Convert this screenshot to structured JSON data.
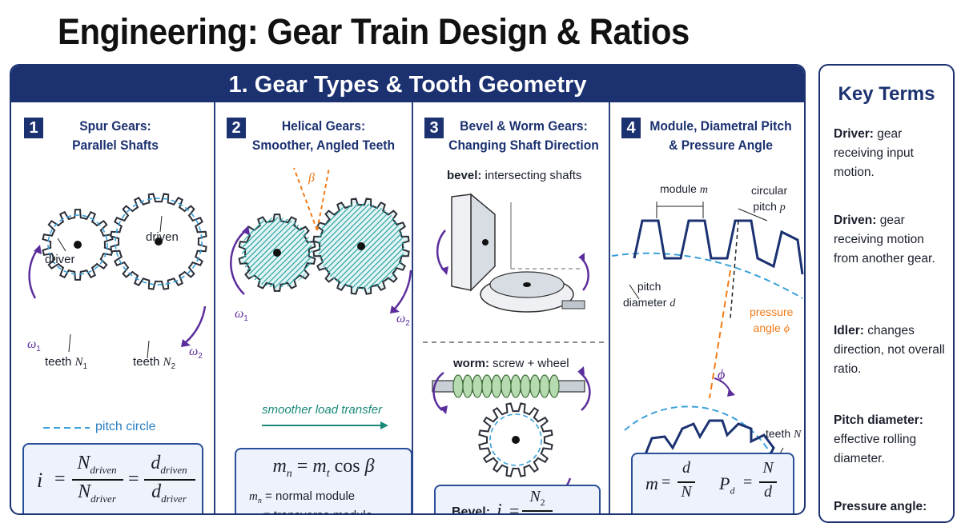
{
  "title": "Engineering: Gear Train Design & Ratios",
  "section": {
    "header": "1. Gear Types & Tooth Geometry",
    "panels": [
      {
        "number": "1",
        "title_l1": "Spur Gears:",
        "title_l2": "Parallel Shafts",
        "driver": "driver",
        "driven": "driven",
        "omega1": "ω",
        "omega2": "ω",
        "teeth1": "teeth ",
        "teeth2": "teeth ",
        "legend": "pitch circle",
        "formula_i": "i",
        "formula_num1": "N",
        "formula_num1_sub": "driven",
        "formula_den1": "N",
        "formula_den1_sub": "driver",
        "formula_num2": "d",
        "formula_num2_sub": "driven",
        "formula_den2": "d",
        "formula_den2_sub": "driver"
      },
      {
        "number": "2",
        "title_l1": "Helical Gears:",
        "title_l2": "Smoother, Angled Teeth",
        "beta": "β",
        "omega1": "ω",
        "omega2": "ω",
        "arrow_text": "smoother load transfer",
        "formula_main": "m",
        "normal_label": " = normal module",
        "transverse_label": " = transverse module"
      },
      {
        "number": "3",
        "title_l1": "Bevel & Worm Gears:",
        "title_l2": "Changing Shaft Direction",
        "bevel_bold": "bevel:",
        "bevel_text": " intersecting shafts",
        "worm_bold": "worm:",
        "worm_text": " screw + wheel",
        "formula_bold": "Bevel:",
        "formula_i": "i"
      },
      {
        "number": "4",
        "title_l1": "Module, Diametral Pitch",
        "title_l2": "& Pressure Angle",
        "module_label": "module ",
        "circular_l1": "circular",
        "circular_l2": "pitch ",
        "pitch_l1": "pitch",
        "pitch_l2": "diameter ",
        "pressure_l1": "pressure",
        "pressure_l2": "angle ",
        "phi": "ϕ",
        "teeth": "teeth "
      }
    ]
  },
  "key_terms": {
    "title": "Key Terms",
    "items": [
      {
        "term": "Driver:",
        "def": " gear receiving input motion."
      },
      {
        "term": "Driven:",
        "def": " gear receiving motion from another gear."
      },
      {
        "term": "Idler:",
        "def": " changes direction, not overall ratio."
      },
      {
        "term": "Pitch diameter:",
        "def": " effective rolling diameter."
      },
      {
        "term": "Pressure angle:",
        "def": ""
      }
    ]
  },
  "colors": {
    "navy": "#1b3170",
    "teal": "#2aa6a6",
    "purple": "#5b2d9c",
    "orange": "#f07b18",
    "light_blue": "#3aa0d8"
  }
}
